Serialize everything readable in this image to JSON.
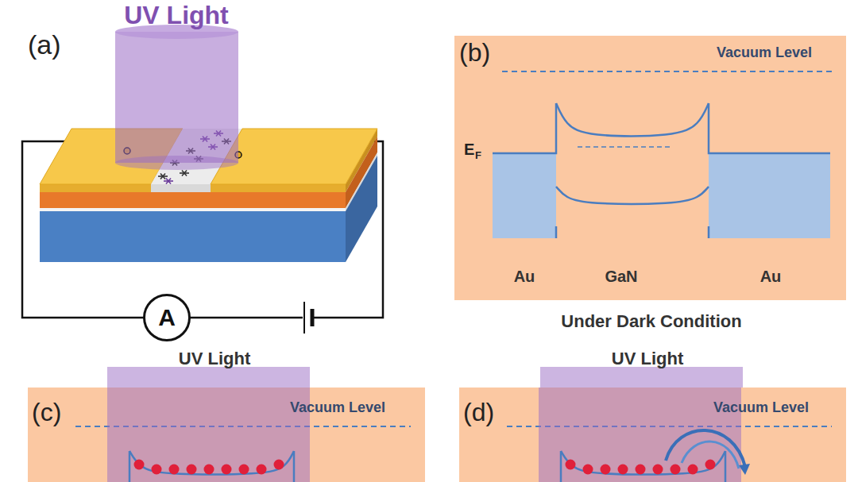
{
  "diagram": {
    "nodes": [
      {
        "text": [
          "A"
        ]
      },
      {
        "text": [
          "(b)",
          "Vacuum Level",
          "E",
          "F",
          "Au",
          "GaN",
          "Au"
        ]
      },
      {
        "text": [
          "(c)",
          "Vacuum Level"
        ]
      },
      {
        "text": [
          "(d)",
          "Vacuum Level"
        ]
      }
    ],
    "labels": [
      "UV Light",
      "(a)",
      "Under Dark Condition",
      "UV Light",
      "UV Light"
    ]
  }
}
